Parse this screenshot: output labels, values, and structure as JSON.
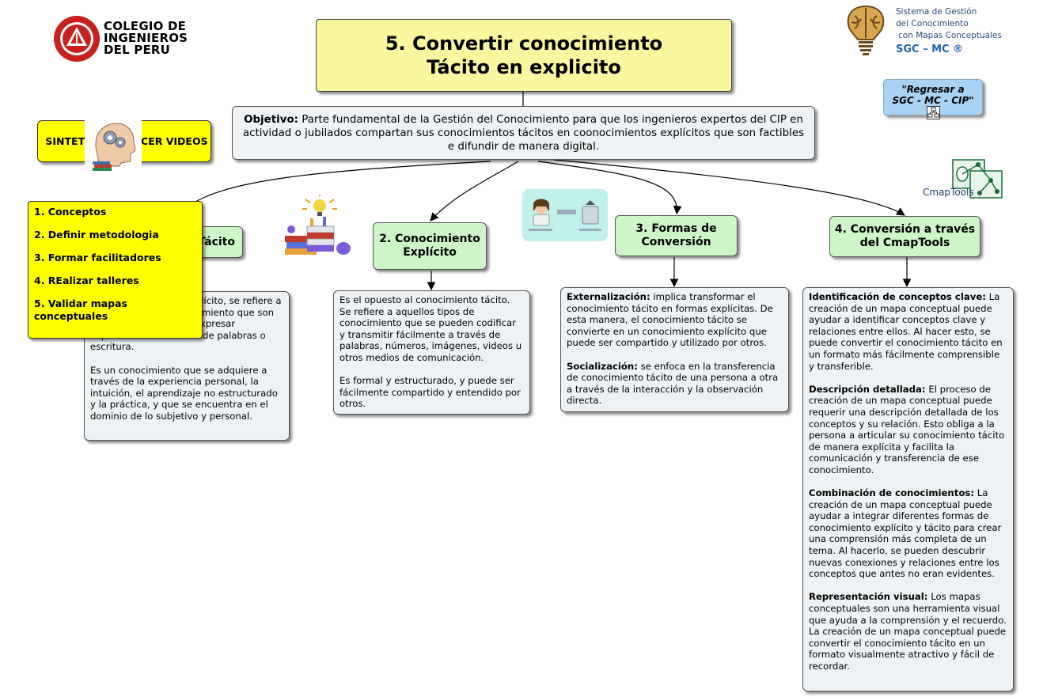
{
  "header": {
    "org_name": [
      "COLEGIO DE",
      "INGENIEROS",
      "DEL PERU"
    ],
    "title_line1": "5. Convertir conocimiento",
    "title_line2": "Tácito en explicito",
    "sgc_lines": [
      "Sistema de Gestión",
      "del Conocimiento",
      "con Mapas Conceptuales"
    ],
    "sgc_brand": "SGC – MC ®",
    "back_button": "\"Regresar a SGC - MC - CIP\"",
    "cmaptools_label": "CmapTools"
  },
  "objective": {
    "label": "Objetivo:",
    "text": " Parte fundamental de la Gestión del Conocimiento para que los ingenieros expertos del CIP en actividad o jubilados compartan sus conocimientos tácitos en coonocimientos explícitos que son factibles e difundir de manera digital."
  },
  "side_button": "SINTETIZAR Y HACER VIDEOS",
  "steps": [
    "1. Conceptos",
    "2. Definir metodologia",
    "3. Formar facilitadores",
    "4. REalizar talleres",
    "5. Validar mapas conceptuales"
  ],
  "nodes": {
    "tacit": {
      "title": "1. Conocimiento Tácito",
      "p1": "Es un conocimiento implícito, se refiere a aquellos tipos de conocimiento que son difíciles de expresar o expresar explícitamente a través de palabras o escritura.",
      "p2": "Es un conocimiento que se adquiere a través de la experiencia personal, la intuición, el aprendizaje no estructurado y la práctica, y que se encuentra en el dominio de lo subjetivo y personal."
    },
    "explicit": {
      "title": "2. Conocimiento Explícito",
      "p1": "Es el opuesto al conocimiento tácito. Se refiere a aquellos tipos de conocimiento que se pueden codificar y transmitir fácilmente a través de palabras, números, imágenes, videos u otros medios de comunicación.",
      "p2": "Es formal y estructurado, y puede ser fácilmente compartido y entendido por otros."
    },
    "forms": {
      "title": "3. Formas de Conversión",
      "ext_label": "Externalización:",
      "ext_text": " implica transformar el conocimiento tácito en formas explícitas. De esta manera, el conocimiento tácito se convierte en un conocimiento explícito que puede ser compartido y utilizado por otros.",
      "soc_label": "Socialización:",
      "soc_text": " se enfoca en la transferencia de conocimiento tácito de una persona a otra a través de la interacción y la observación directa."
    },
    "cmap": {
      "title": "4. Conversión a través del CmapTools",
      "id_label": "Identificación de conceptos clave:",
      "id_text": " La creación de un mapa conceptual puede ayudar a identificar conceptos clave y relaciones entre ellos. Al hacer esto, se puede convertir el conocimiento tácito en un formato más fácilmente comprensible y transferible.",
      "desc_label": "Descripción detallada:",
      "desc_text": " El proceso de creación de un mapa conceptual puede requerir una descripción detallada de los conceptos y su relación. Esto obliga a la persona a articular su conocimiento tácito de manera explícita y facilita la comunicación y transferencia de ese conocimiento.",
      "comb_label": "Combinación de conocimientos:",
      "comb_text": " La creación de un mapa conceptual puede ayudar a integrar diferentes formas de conocimiento explícito y tácito para crear una comprensión más completa de un tema. Al hacerlo, se pueden descubrir nuevas conexiones y relaciones entre los conceptos que antes no eran evidentes.",
      "rep_label": "Representación visual:",
      "rep_text": " Los mapas conceptuales son una herramienta visual que ayuda a la comprensión y el recuerdo. La creación de un mapa conceptual puede convertir el conocimiento tácito en un formato visualmente atractivo y fácil de recordar."
    }
  },
  "colors": {
    "title_bg": "#fbf7a0",
    "node_bg": "#cdf5c7",
    "note_bg": "#eef2f4",
    "list_bg": "#ffff00",
    "back_bg": "#a9d2f3",
    "cip_red": "#c8201e"
  }
}
